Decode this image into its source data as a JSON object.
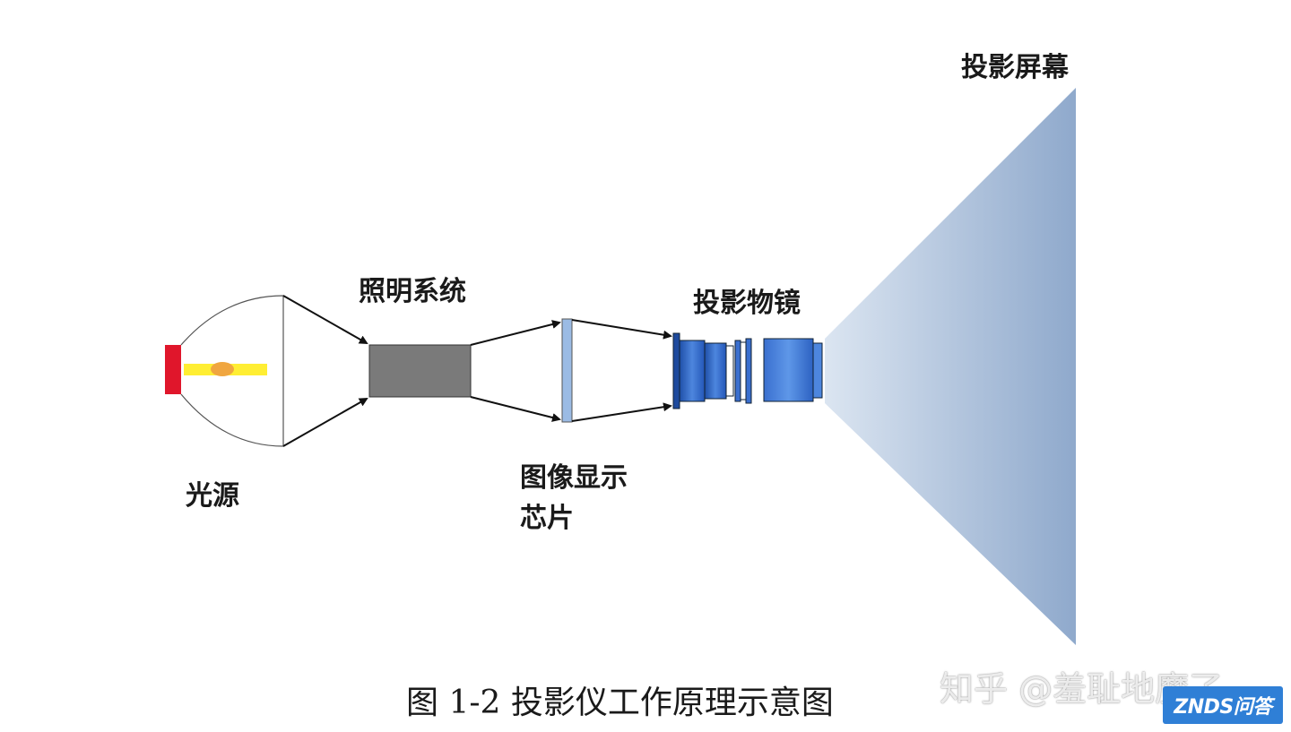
{
  "labels": {
    "light_source": "光源",
    "illumination_system": "照明系统",
    "display_chip_line1": "图像显示",
    "display_chip_line2": "芯片",
    "projection_lens": "投影物镜",
    "projection_screen": "投影屏幕"
  },
  "caption": "图 1-2  投影仪工作原理示意图",
  "watermark": "知乎 @羞耻地魔了",
  "badge": "ZNDS问答",
  "colors": {
    "reflector_base": "#e0162b",
    "light_beam": "#ffee33",
    "filament": "#f0a640",
    "illumination_block": "#7a7a7a",
    "chip": "#9bbbe4",
    "lens_body": "#2d62c2",
    "screen_light": "#c5d3e6",
    "screen_dark": "#8aa3c8"
  },
  "icons": [
    "reflector-lamp",
    "arrow-head",
    "lens-element"
  ]
}
